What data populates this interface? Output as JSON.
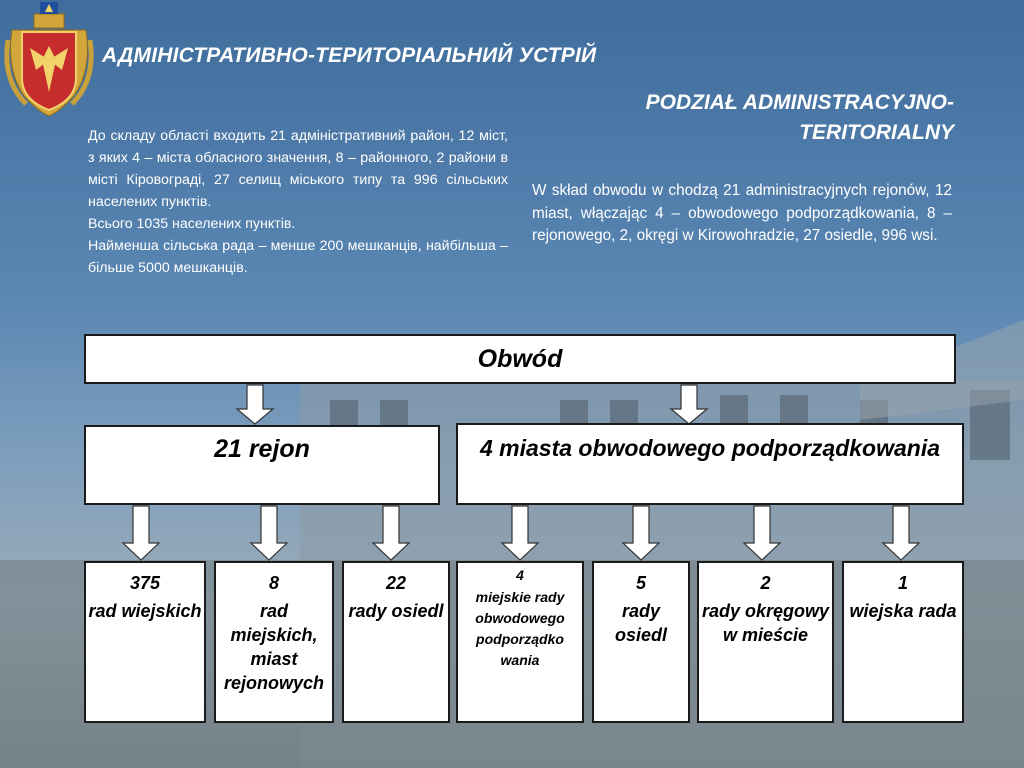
{
  "header": {
    "title_ua": "АДМІНІСТРАТИВНО-ТЕРИТОРІАЛЬНИЙ УСТРІЙ",
    "title_pl": "PODZIAŁ ADMINISTRACYJNO-TERITORIALNY"
  },
  "text_ua": {
    "p1": "До складу області входить 21 адміністративний район, 12 міст, з яких 4 – міста обласного значення, 8 – районного, 2 райони в місті Кіровограді, 27 селищ міського типу та 996 сільських населених пунктів.",
    "p2": "Всього 1035 населених пунктів.",
    "p3": "Найменша сільська рада – менше 200 мешканців, найбільша – більше 5000 мешканців."
  },
  "text_pl": {
    "p1": "W skład obwodu w chodzą 21 administracyjnych rejonów, 12 miast, włączając 4 – obwodowego podporządkowania, 8 – rejonowego, 2, okręgi w Kirowohradzie, 27 osiedle, 996 wsi."
  },
  "diagram": {
    "root": "Obwód",
    "level2": [
      {
        "label": "21 rejon"
      },
      {
        "label": "4 miasta obwodowego podporządkowania"
      }
    ],
    "leaves": [
      {
        "num": "375",
        "label": "rad wiejskich"
      },
      {
        "num": "8",
        "label": "rad miejskich, miast rejonowych"
      },
      {
        "num": "22",
        "label": "rady osiedl"
      },
      {
        "num": "4",
        "label": "miejskie rady obwodowego podporządko wania"
      },
      {
        "num": "5",
        "label": "rady osiedl"
      },
      {
        "num": "2",
        "label": "rady okręgowy w mieście"
      },
      {
        "num": "1",
        "label": "wiejska rada"
      }
    ]
  },
  "colors": {
    "arrow_fill": "#ffffff",
    "arrow_stroke": "#333333",
    "box_fill": "#ffffff",
    "text_light": "#ffffff"
  }
}
